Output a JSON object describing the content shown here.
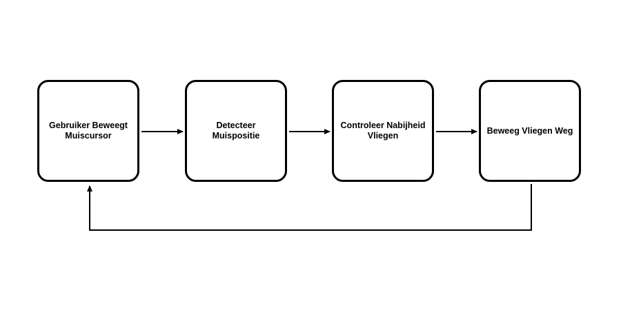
{
  "nodes": [
    {
      "id": "n1",
      "label": "Gebruiker Beweegt Muiscursor"
    },
    {
      "id": "n2",
      "label": "Detecteer Muispositie"
    },
    {
      "id": "n3",
      "label": "Controleer Nabijheid Vliegen"
    },
    {
      "id": "n4",
      "label": "Beweeg Vliegen Weg"
    }
  ],
  "edges": [
    {
      "from": "n1",
      "to": "n2"
    },
    {
      "from": "n2",
      "to": "n3"
    },
    {
      "from": "n3",
      "to": "n4"
    },
    {
      "from": "n4",
      "to": "n1"
    }
  ],
  "colors": {
    "stroke": "#000000",
    "background": "#ffffff",
    "text": "#000000"
  }
}
